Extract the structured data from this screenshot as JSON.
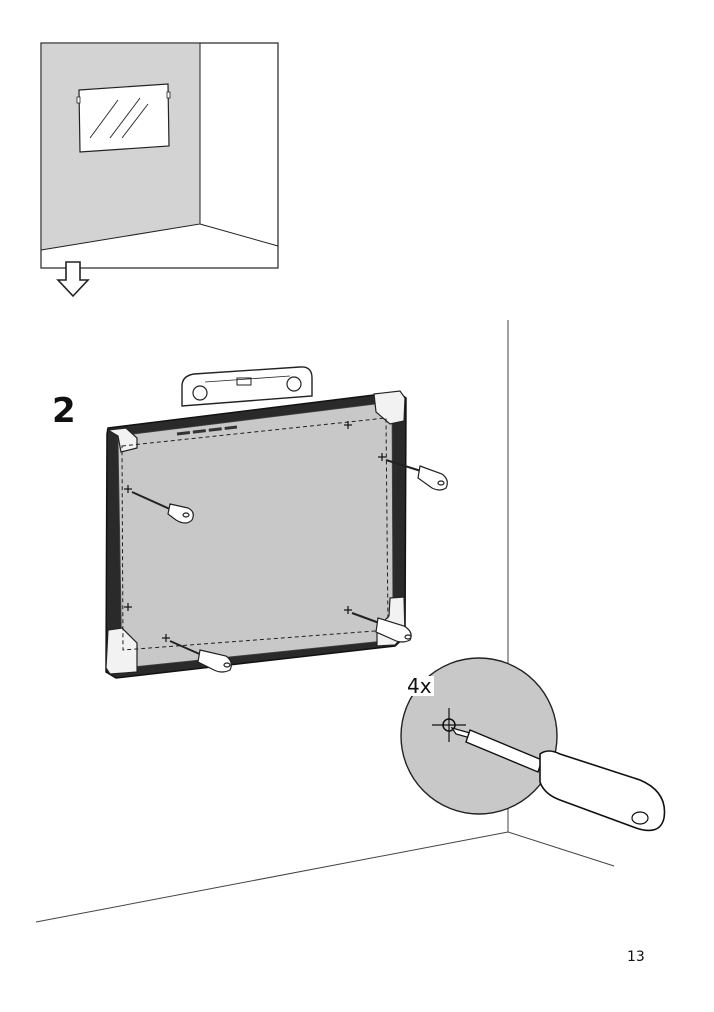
{
  "step": {
    "number": "2"
  },
  "detail": {
    "quantity": "4x"
  },
  "footer": {
    "page_number": "13"
  }
}
